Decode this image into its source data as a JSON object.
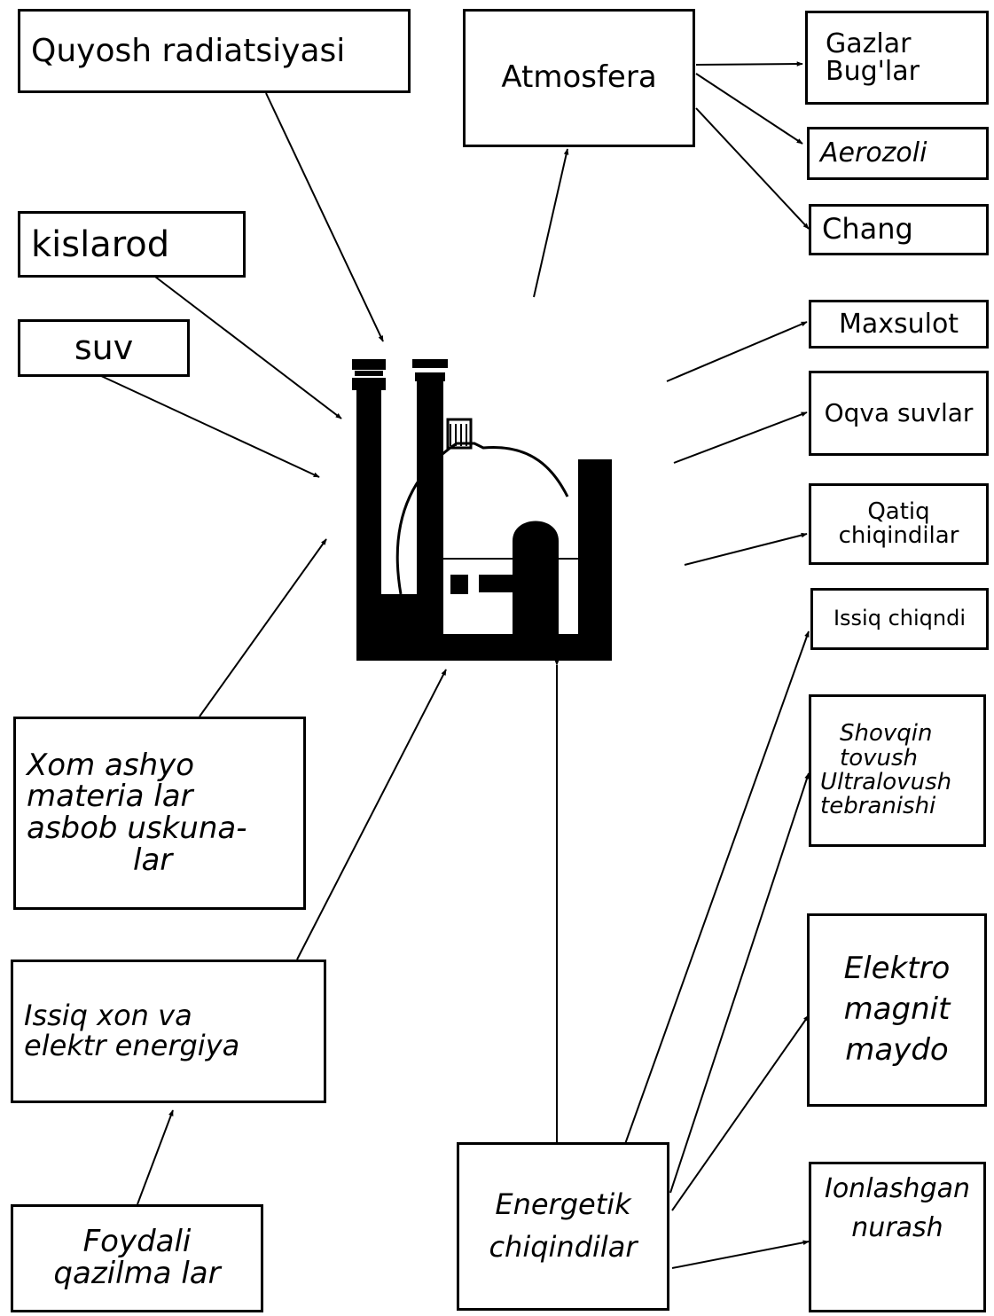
{
  "inputs": {
    "solar": "Quyosh radiatsiyasi",
    "oxygen": "kislarod",
    "water": "suv",
    "raw_materials": [
      "Xom ashyo",
      "materia lar",
      "asbob uskuna-",
      "lar"
    ],
    "energy_in": [
      "Issiq xon va",
      "elektr energiya"
    ],
    "minerals": [
      "Foydali",
      "qazilma lar"
    ]
  },
  "atmosphere": {
    "label": "Atmosfera",
    "outputs": [
      [
        "Gazlar",
        "Bug'lar"
      ],
      [
        "Aerozoli"
      ],
      [
        "Chang"
      ]
    ]
  },
  "plant_outputs": [
    [
      "Maxsulot"
    ],
    [
      "Oqva suvlar"
    ],
    [
      "Qatiq",
      "chiqindilar"
    ]
  ],
  "energy_waste": {
    "label": [
      "Energetik",
      "chiqindilar"
    ],
    "outputs": [
      [
        "Issiq chiqndi"
      ],
      [
        "Shovqin",
        "tovush",
        "Ultralovush",
        "tebranishi"
      ],
      [
        "Elektro",
        "magnit",
        "maydo"
      ],
      [
        "Ionlashgan",
        "nurash"
      ]
    ]
  },
  "colors": {
    "ink": "#000000",
    "paper": "#ffffff"
  },
  "icons": [
    "industrial-plant-icon"
  ]
}
